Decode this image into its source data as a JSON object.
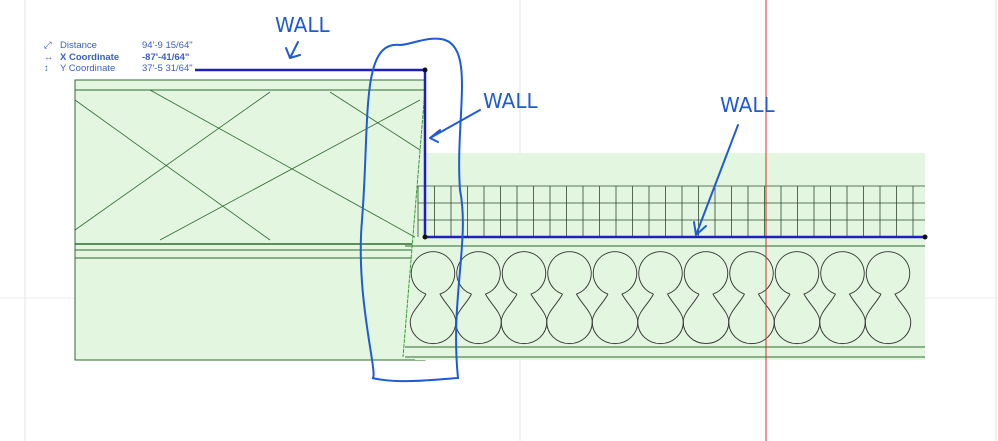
{
  "coordinate_readout": {
    "distance": {
      "icon": "diagonal-arrow-icon",
      "label": "Distance",
      "value": "94'-9 15/64\""
    },
    "x_coordinate": {
      "icon": "horizontal-arrow-icon",
      "label": "X Coordinate",
      "value": "-87'-41/64\""
    },
    "y_coordinate": {
      "icon": "vertical-arrow-icon",
      "label": "Y Coordinate",
      "value": "37'-5 31/64\""
    }
  },
  "annotations": [
    "WALL",
    "WALL",
    "WALL"
  ],
  "colors": {
    "fill": "#e3f6e0",
    "hatch": "#2f6b2f",
    "wall_line": "#1f1fbf",
    "annotation": "#1f5bd6",
    "guide_red": "#d03030"
  }
}
